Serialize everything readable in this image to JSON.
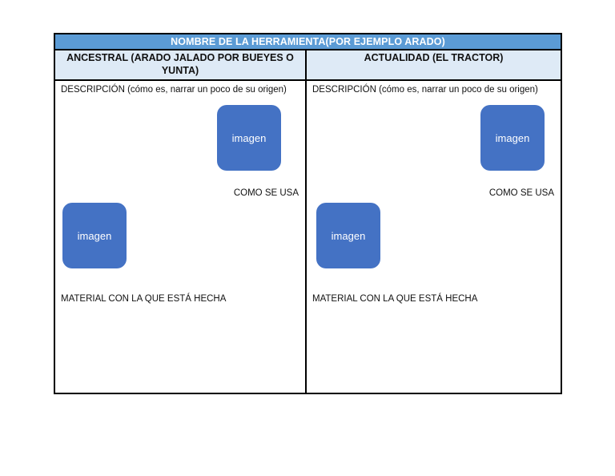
{
  "table": {
    "title_band": {
      "text": "NOMBRE DE LA HERRAMIENTA(POR EJEMPLO ARADO)",
      "background_color": "#5B9BD5",
      "text_color": "#FFFFFF"
    },
    "column_headers": {
      "background_color": "#DEEAF6",
      "left": "ANCESTRAL (ARADO JALADO POR BUEYES O YUNTA)",
      "right": "ACTUALIDAD (EL TRACTOR)"
    },
    "border_color": "#000000",
    "columns": [
      {
        "key": "ancestral",
        "description_label": "DESCRIPCIÓN (cómo es, narrar un poco de su origen)",
        "usage_label": "COMO SE USA",
        "material_label": "MATERIAL CON LA QUE ESTÁ HECHA",
        "image_upper_label": "imagen",
        "image_lower_label": "imagen"
      },
      {
        "key": "actualidad",
        "description_label": "DESCRIPCIÓN (cómo es, narrar un poco de su origen)",
        "usage_label": "COMO SE USA",
        "material_label": "MATERIAL CON LA QUE ESTÁ HECHA",
        "image_upper_label": "imagen",
        "image_lower_label": "imagen"
      }
    ],
    "image_box_color": "#4472C4"
  }
}
